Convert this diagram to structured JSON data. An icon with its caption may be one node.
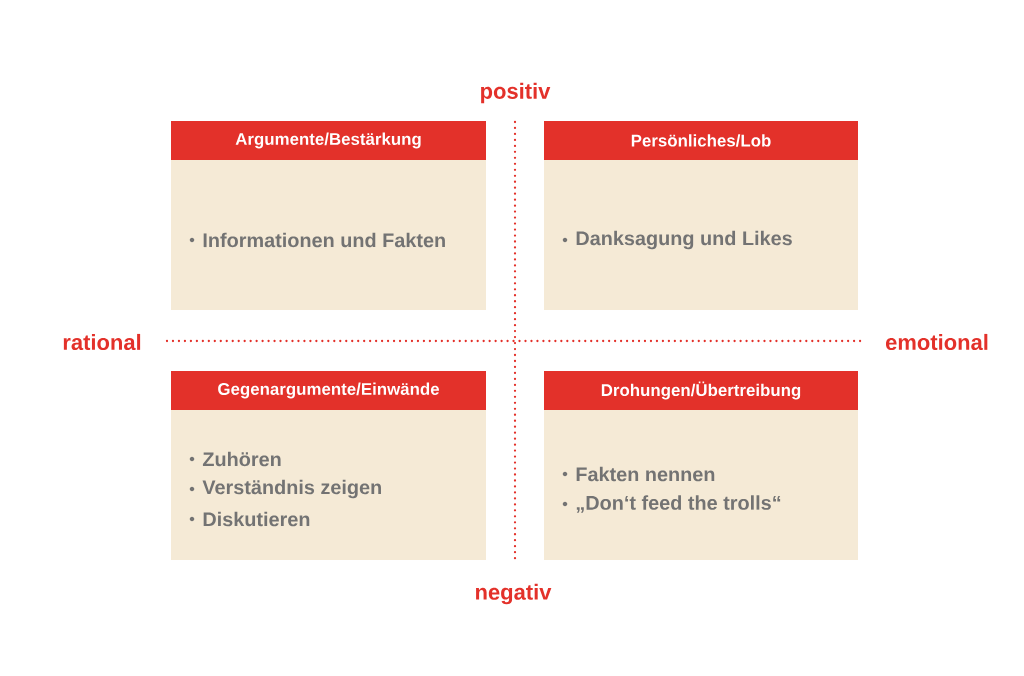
{
  "diagram": {
    "nodes": [
      {
        "text": [
          "Argumente/Bestärkung",
          "Informationen und Fakten"
        ]
      },
      {
        "text": [
          "Persönliches/Lob",
          "Danksagung und Likes"
        ]
      },
      {
        "text": [
          "Gegenargumente/Einwände",
          "Zuhören",
          "Verständnis zeigen",
          "Diskutieren"
        ]
      },
      {
        "text": [
          "Drohungen/Übertreibung",
          "Fakten nennen",
          "„Don‘t feed the trolls“"
        ]
      }
    ],
    "labels": [
      "positiv",
      "rational",
      "emotional",
      "negativ"
    ]
  }
}
